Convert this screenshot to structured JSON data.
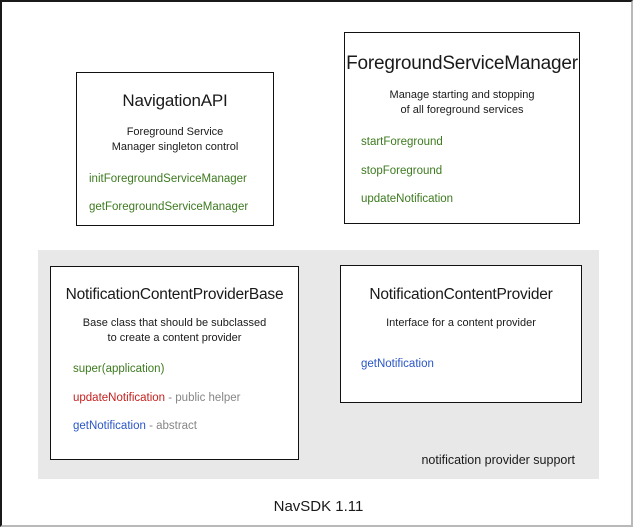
{
  "diagram": {
    "caption": "NavSDK 1.11",
    "group": {
      "label": "notification provider support",
      "background": "#e8e8e8"
    },
    "colors": {
      "green": "#3d7a1f",
      "red": "#c5221f",
      "blue": "#2a56c6",
      "note_gray": "#868686",
      "box_border": "#111111",
      "text": "#1a1a1a"
    },
    "boxes": [
      {
        "id": "navigationapi",
        "title": "NavigationAPI",
        "desc_line1": "Foreground Service",
        "desc_line2": "Manager singleton control",
        "members": [
          {
            "name": "initForegroundServiceManager",
            "color": "green",
            "note": ""
          },
          {
            "name": "getForegroundServiceManager",
            "color": "green",
            "note": ""
          }
        ]
      },
      {
        "id": "foregroundservicemanager",
        "title": "ForegroundServiceManager",
        "desc_line1": "Manage starting and stopping",
        "desc_line2": "of all foreground services",
        "members": [
          {
            "name": "startForeground",
            "color": "green",
            "note": ""
          },
          {
            "name": "stopForeground",
            "color": "green",
            "note": ""
          },
          {
            "name": "updateNotification",
            "color": "green",
            "note": ""
          }
        ]
      },
      {
        "id": "notificationcontentproviderbase",
        "title": "NotificationContentProviderBase",
        "desc_line1": "Base class that should be subclassed",
        "desc_line2": "to create a content provider",
        "members": [
          {
            "name": "super(application)",
            "color": "green",
            "note": ""
          },
          {
            "name": "updateNotification",
            "color": "red",
            "note": " - public helper"
          },
          {
            "name": "getNotification",
            "color": "blue",
            "note": " - abstract"
          }
        ]
      },
      {
        "id": "notificationcontentprovider",
        "title": "NotificationContentProvider",
        "desc_line1": "Interface for a content provider",
        "desc_line2": "",
        "members": [
          {
            "name": "getNotification",
            "color": "blue",
            "note": ""
          }
        ]
      }
    ]
  }
}
